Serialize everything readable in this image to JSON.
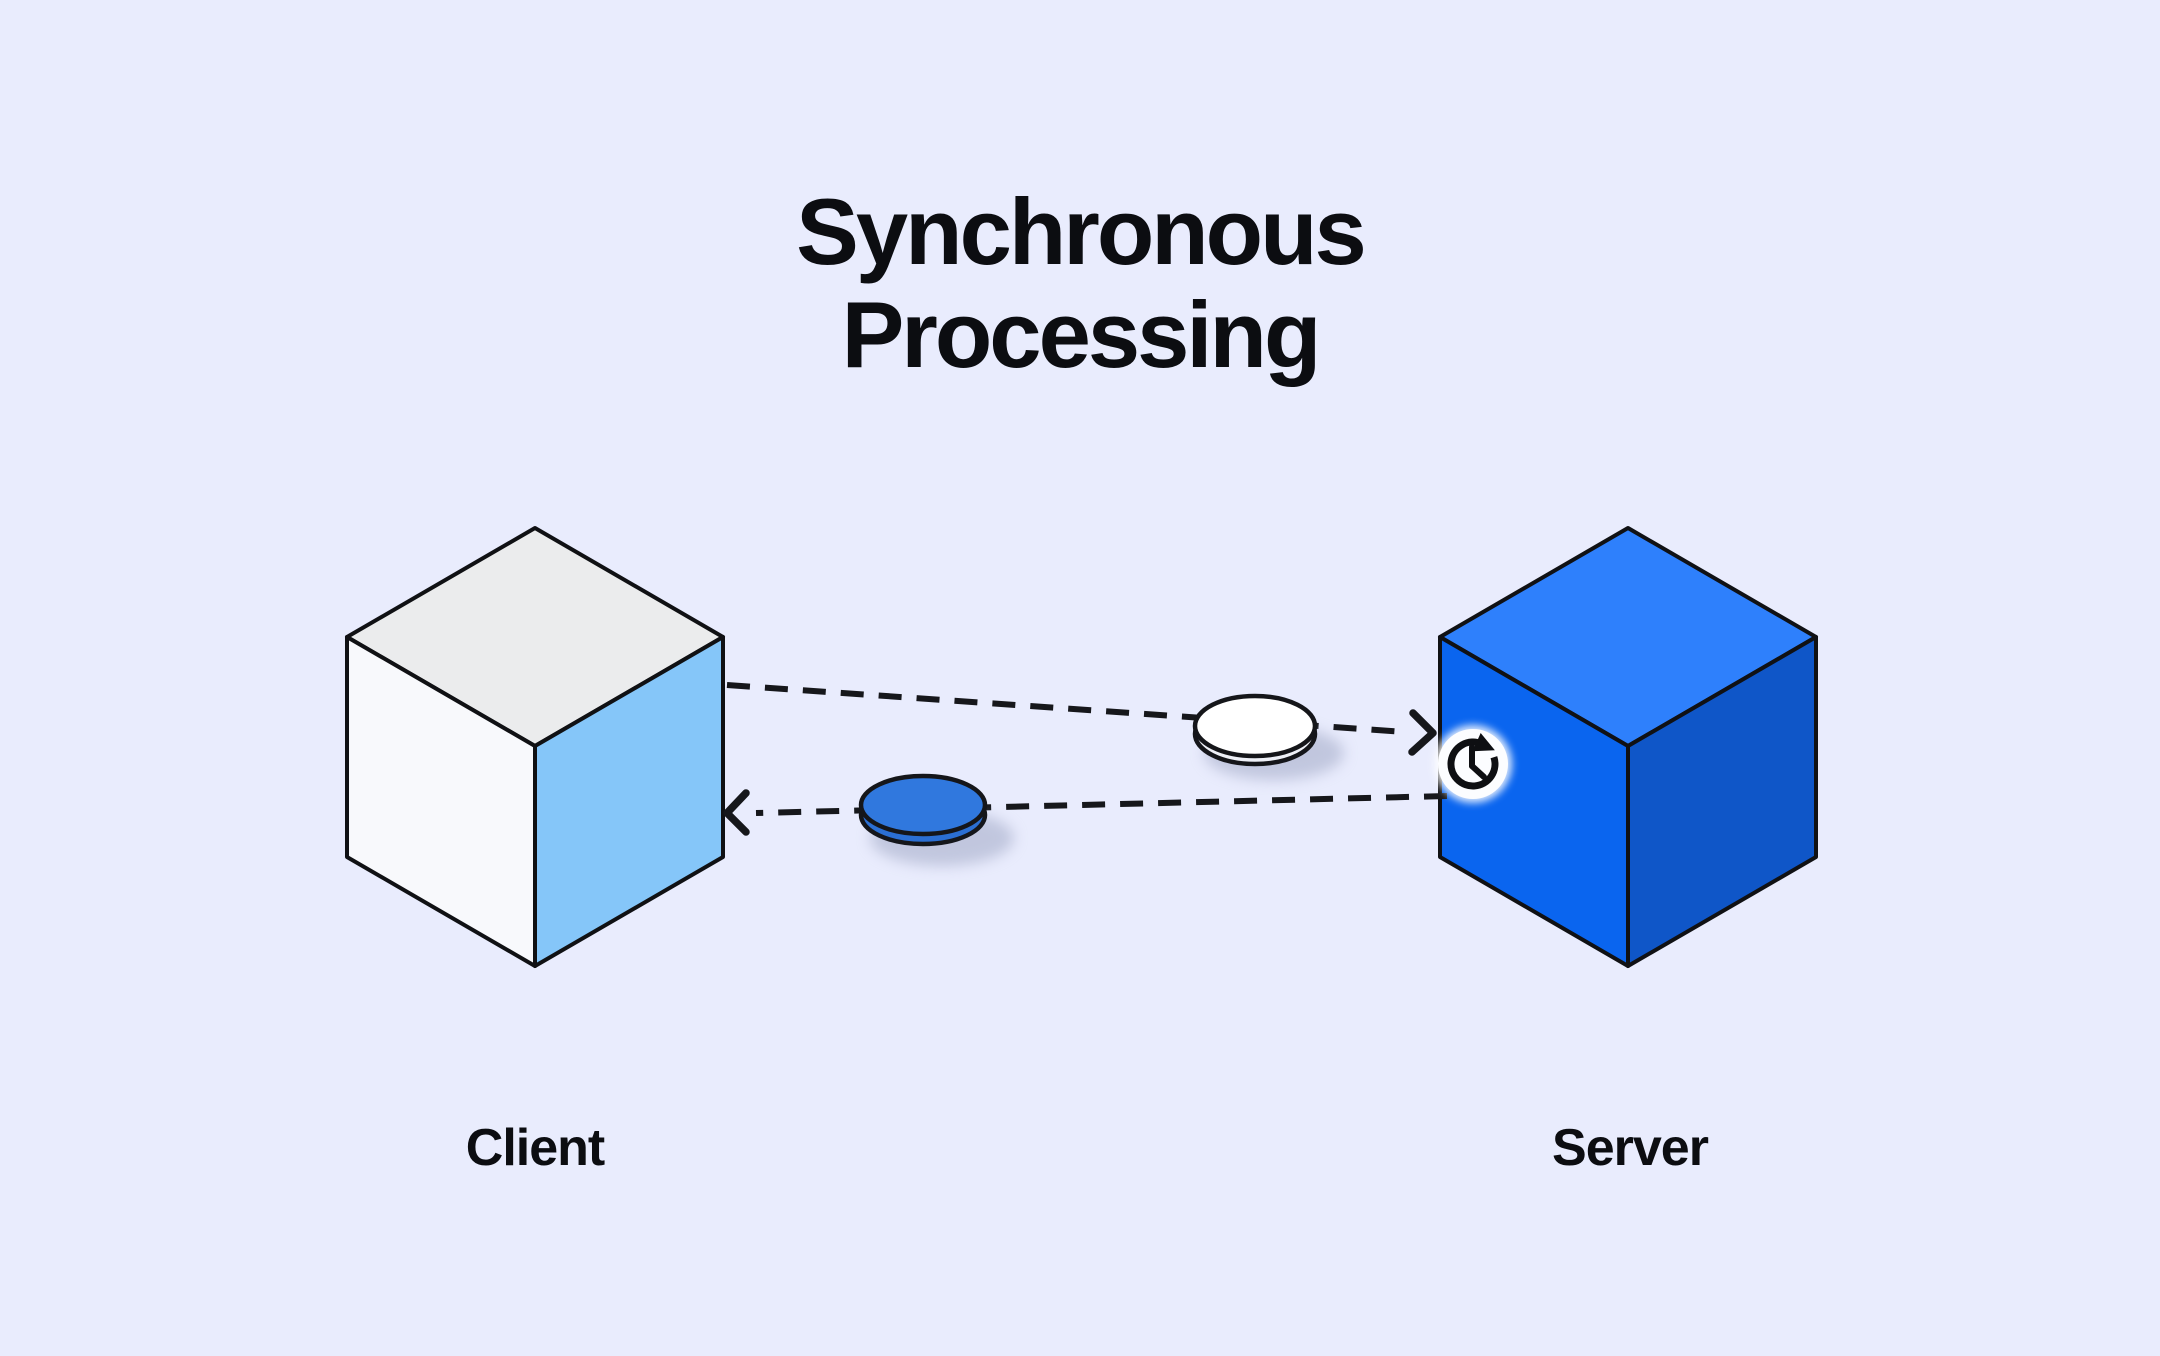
{
  "diagram": {
    "title_line1": "Synchronous",
    "title_line2": "Processing",
    "client_label": "Client",
    "server_label": "Server"
  },
  "icons": {
    "server_overlay": "clock-refresh-icon",
    "request_shape": "white-disc",
    "response_shape": "blue-disc"
  },
  "colors": {
    "background": "#e9ecfd",
    "line": "#16171b",
    "client_top": "#ebeced",
    "client_left": "#f8f9fc",
    "client_right": "#85c6f9",
    "server_top": "#2e80fc",
    "server_left": "#0a65ef",
    "server_right": "#0f56c8",
    "request_coin": "#ffffff",
    "request_coin_side": "#eef0f7",
    "response_coin": "#3078de",
    "response_coin_side": "#2b6fd3"
  }
}
